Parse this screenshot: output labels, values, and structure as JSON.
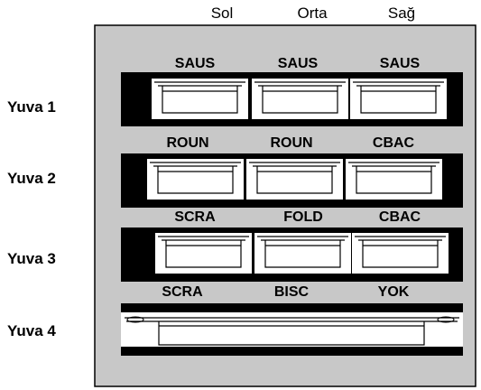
{
  "columns": [
    "Sol",
    "Orta",
    "Sağ"
  ],
  "rows": [
    {
      "label": "Yuva 1",
      "pans": [
        "SAUS",
        "SAUS",
        "SAUS"
      ]
    },
    {
      "label": "Yuva 2",
      "pans": [
        "ROUN",
        "ROUN",
        "CBAC"
      ]
    },
    {
      "label": "Yuva 3",
      "pans": [
        "SCRA",
        "FOLD",
        "CBAC"
      ]
    },
    {
      "label": "Yuva 4",
      "pans": [
        "SCRA",
        "BISC",
        "YOK"
      ]
    }
  ],
  "colors": {
    "cabinet": "#c8c8c8",
    "slot": "#000000",
    "pan": "#ffffff",
    "line": "#000000"
  }
}
